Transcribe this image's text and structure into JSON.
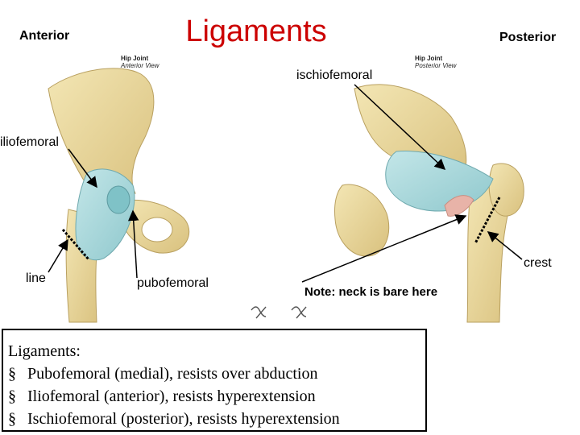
{
  "header": {
    "left_label": "Anterior",
    "title": "Ligaments",
    "right_label": "Posterior"
  },
  "anterior_panel": {
    "caption_line1": "Hip Joint",
    "caption_line2": "Anterior View"
  },
  "posterior_panel": {
    "caption_line1": "Hip Joint",
    "caption_line2": "Posterior View"
  },
  "labels": {
    "ischiofemoral": "ischiofemoral",
    "iliofemoral": "iliofemoral",
    "line": "line",
    "pubofemoral": "pubofemoral",
    "crest": "crest",
    "neck_note": "Note: neck is bare here"
  },
  "notes": {
    "heading": "Ligaments:",
    "items": [
      "Pubofemoral (medial), resists over abduction",
      "Iliofemoral (anterior), resists hyperextension",
      "Ischiofemoral (posterior), resists hyperextension"
    ]
  },
  "colors": {
    "title": "#cc0000",
    "bone": "#eedd9f",
    "bone_shadow": "#c9b06a",
    "ligament": "#a9d8dc"
  }
}
